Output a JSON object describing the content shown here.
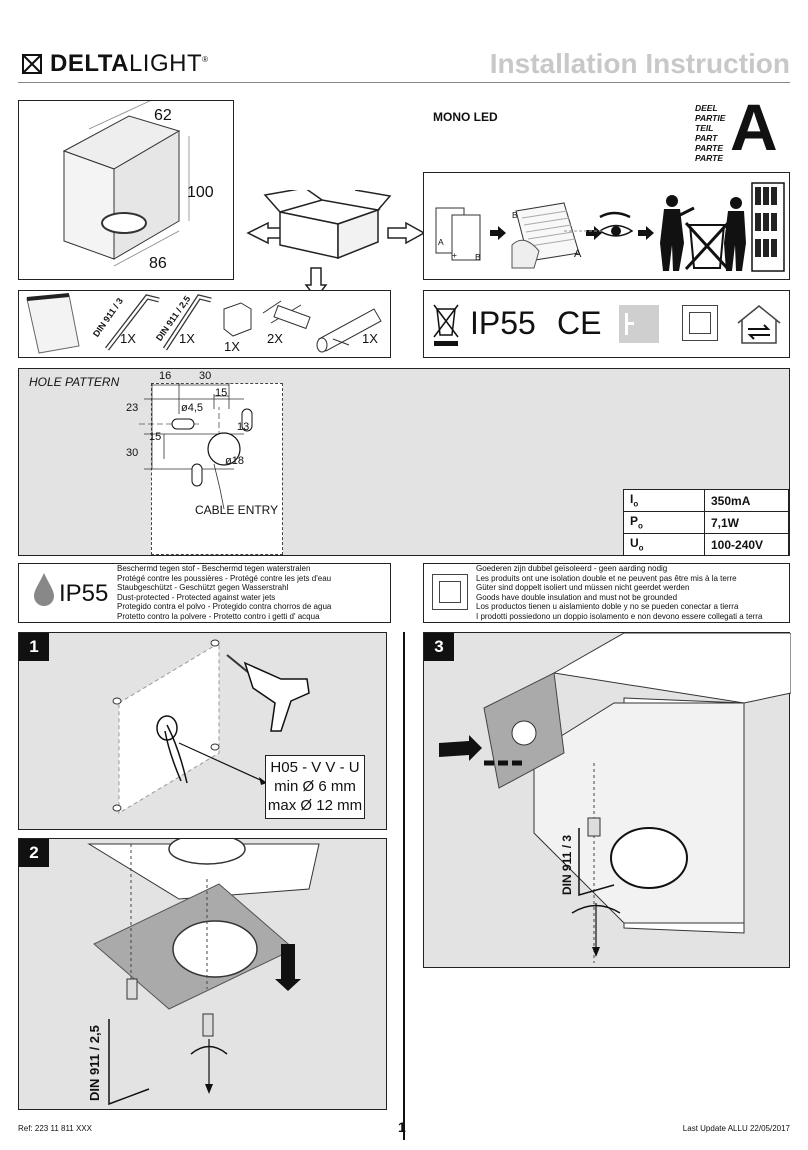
{
  "header": {
    "brand_prefix": "DELTA",
    "brand_suffix": "LIGHT",
    "registered": "®",
    "title": "Installation Instruction"
  },
  "product": {
    "name": "MONO LED"
  },
  "part": {
    "labels": [
      "DEEL",
      "PARTIE",
      "TEIL",
      "PART",
      "PARTE",
      "PARTE"
    ],
    "letter": "A"
  },
  "dimensions": {
    "width": "62",
    "height": "100",
    "depth": "86"
  },
  "contents": [
    {
      "label": "DIN 911 / 3",
      "qty": "1X"
    },
    {
      "label": "DIN 911 / 2,5",
      "qty": "1X"
    },
    {
      "label": "",
      "qty": "1X"
    },
    {
      "label": "",
      "qty": "2X"
    },
    {
      "label": "",
      "qty": "1X"
    }
  ],
  "unpack_labels": {
    "a": "A",
    "b": "B",
    "a2": "A",
    "b2": "B",
    "plus": "+"
  },
  "ratings": {
    "ip": "IP55",
    "ce": "CE"
  },
  "hole_pattern": {
    "title": "HOLE PATTERN",
    "dims": {
      "d16": "16",
      "d30": "30",
      "d15a": "15",
      "d23": "23",
      "d45": "ø4,5",
      "d13": "13",
      "d15b": "15",
      "d30v": "30",
      "d18": "ø18"
    },
    "cable_entry": "CABLE ENTRY"
  },
  "specs": [
    {
      "symbol": "I",
      "sub": "o",
      "value": "350mA"
    },
    {
      "symbol": "P",
      "sub": "o",
      "value": "7,1W"
    },
    {
      "symbol": "U",
      "sub": "o",
      "value": "100-240V"
    }
  ],
  "ip_box": {
    "label": "IP55",
    "lines": [
      "Beschermd tegen stof   -   Beschermd tegen waterstralen",
      "Protégé contre les poussières   -   Protégé contre les jets d'eau",
      "Staubgeschützt   -   Geschützt gegen Wasserstrahl",
      "Dust-protected   -   Protected against water jets",
      "Protegido contra el polvo   -   Protegido contra chorros de agua",
      "Protetto contro la polvere   -   Protetto contro i getti d' acqua"
    ]
  },
  "class2_box": {
    "lines": [
      "Goederen zijn dubbel geïsoleerd - geen aarding nodig",
      "Les produits ont une isolation double et ne peuvent pas être mis à la terre",
      "Güter sind doppelt isoliert und müssen nicht geerdet werden",
      "Goods have double insulation and must not be grounded",
      "Los productos tienen u aislamiento doble y no se pueden conectar a tierra",
      "I prodotti possiedono un doppio isolamento e non devono essere collegati a terra"
    ]
  },
  "steps": [
    {
      "num": "1",
      "cable": [
        "H05 - V V - U",
        "min Ø 6 mm",
        "max Ø 12 mm"
      ]
    },
    {
      "num": "2",
      "screw": "DIN 911 / 2,5"
    },
    {
      "num": "3",
      "screw": "DIN 911 / 3"
    }
  ],
  "footer": {
    "ref": "Ref: 223 11 811 XXX",
    "page": "1",
    "update": "Last Update ALLU 22/05/2017"
  }
}
